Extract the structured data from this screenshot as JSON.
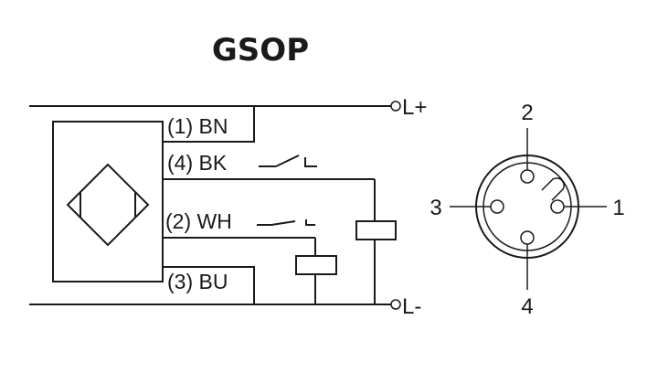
{
  "title": "GSOP",
  "terminals": {
    "plus": "L+",
    "minus": "L-"
  },
  "wires": {
    "bn": "(1) BN",
    "bk": "(4) BK",
    "wh": "(2) WH",
    "bu": "(3) BU"
  },
  "connector_pins": {
    "p1": "1",
    "p2": "2",
    "p3": "3",
    "p4": "4"
  },
  "colors": {
    "line": "#1a1a1a",
    "background": "#ffffff"
  }
}
